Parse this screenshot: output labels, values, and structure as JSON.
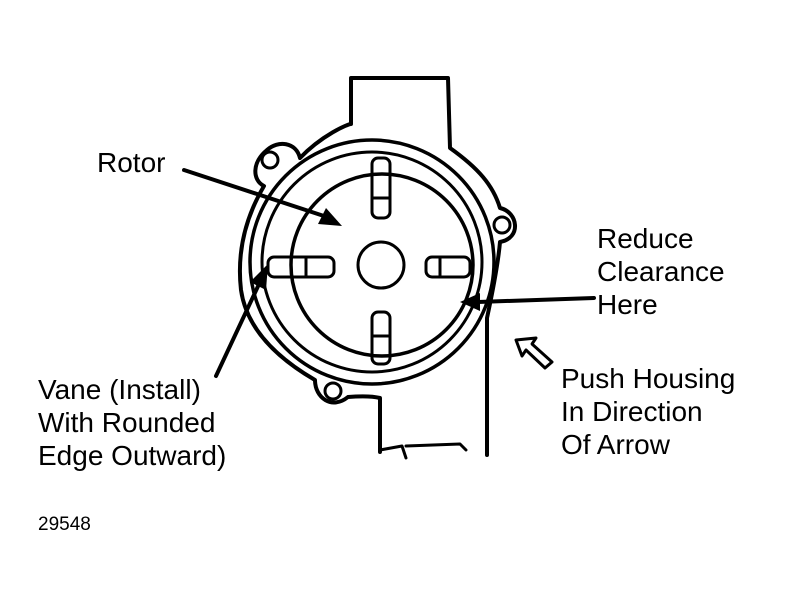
{
  "diagram": {
    "labels": {
      "rotor": [
        "Rotor"
      ],
      "reduce_clearance": [
        "Reduce",
        "Clearance",
        "Here"
      ],
      "push_housing": [
        "Push Housing",
        "In Direction",
        "Of Arrow"
      ],
      "vane": [
        "Vane (Install)",
        "With Rounded",
        "Edge Outward)"
      ]
    },
    "figure_number": "29548"
  }
}
